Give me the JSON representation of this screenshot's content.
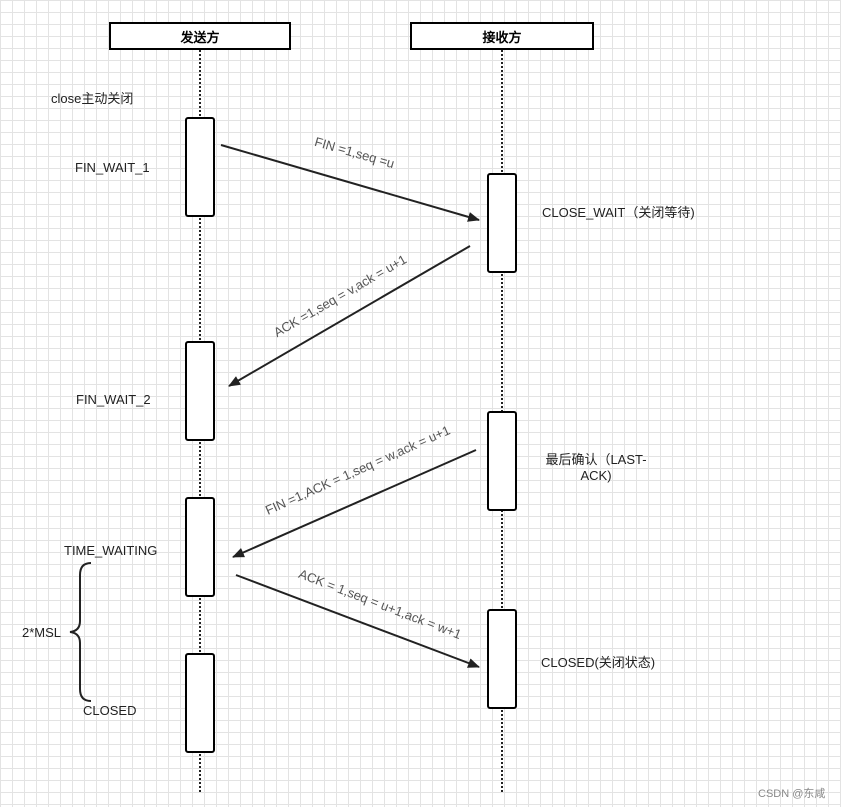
{
  "participants": {
    "sender": "发送方",
    "receiver": "接收方"
  },
  "sender_states": {
    "initiate": "close主动关闭",
    "fin_wait_1": "FIN_WAIT_1",
    "fin_wait_2": "FIN_WAIT_2",
    "time_waiting": "TIME_WAITING",
    "msl": "2*MSL",
    "closed": "CLOSED"
  },
  "receiver_states": {
    "close_wait": "CLOSE_WAIT（关闭等待)",
    "last_ack": "最后确认（LAST-ACK)",
    "closed": "CLOSED(关闭状态)"
  },
  "messages": [
    {
      "text": "FIN =1,seq =u",
      "direction": "sender-to-receiver"
    },
    {
      "text": "ACK =1,seq = v,ack = u+1",
      "direction": "receiver-to-sender"
    },
    {
      "text": "FIN =1,ACK = 1,seq = w,ack = u+1",
      "direction": "receiver-to-sender"
    },
    {
      "text": "ACK = 1,seq = u+1,ack = w+1",
      "direction": "sender-to-receiver"
    }
  ],
  "watermark": "CSDN @东咸"
}
